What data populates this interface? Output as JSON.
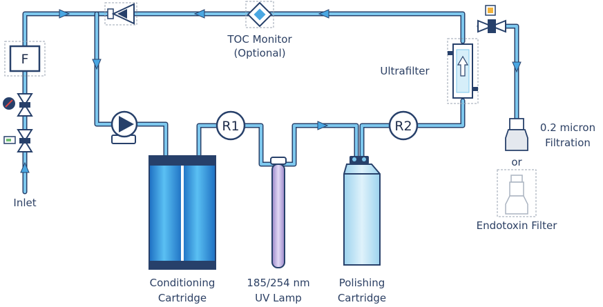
{
  "diagram": {
    "labels": {
      "toc_monitor": "TOC Monitor",
      "toc_optional": "(Optional)",
      "ultrafilter": "Ultrafilter",
      "micron_line1": "0.2 micron",
      "micron_line2": "Filtration",
      "or": "or",
      "endotoxin": "Endotoxin Filter",
      "inlet": "Inlet",
      "conditioning_line1": "Conditioning",
      "conditioning_line2": "Cartridge",
      "uv_line1": "185/254 nm",
      "uv_line2": "UV Lamp",
      "polishing_line1": "Polishing",
      "polishing_line2": "Cartridge",
      "r1": "R1",
      "r2": "R2",
      "f": "F"
    },
    "colors": {
      "pipe_outline": "#27406a",
      "pipe_fill": "#7ec8ee",
      "text": "#2b3f63",
      "uv_lamp": "#b9a6de",
      "polishing": "#c3e6f6",
      "conditioning": "#3aa4ea"
    }
  }
}
